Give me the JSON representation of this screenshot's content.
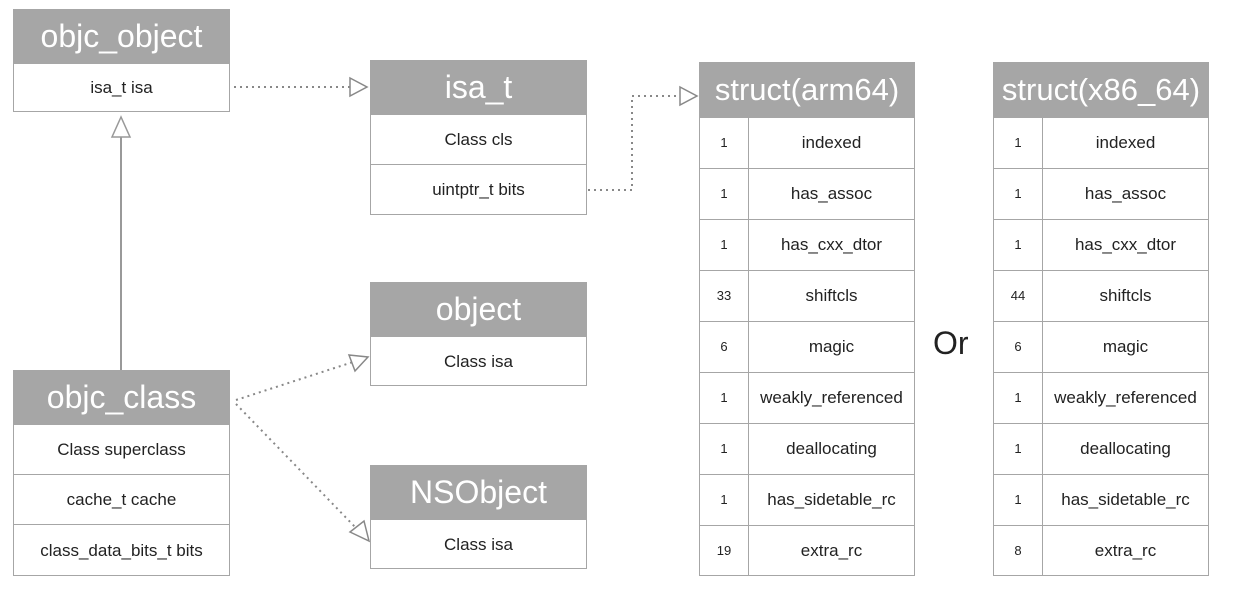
{
  "objc_object": {
    "title": "objc_object",
    "rows": [
      "isa_t isa"
    ]
  },
  "isa_t": {
    "title": "isa_t",
    "rows": [
      "Class cls",
      "uintptr_t bits"
    ]
  },
  "object": {
    "title": "object",
    "rows": [
      "Class isa"
    ]
  },
  "objc_class": {
    "title": "objc_class",
    "rows": [
      "Class superclass",
      "cache_t cache",
      "class_data_bits_t bits"
    ]
  },
  "nsobject": {
    "title": "NSObject",
    "rows": [
      "Class isa"
    ]
  },
  "struct_arm64": {
    "title": "struct(arm64)",
    "fields": [
      {
        "bits": "1",
        "name": "indexed"
      },
      {
        "bits": "1",
        "name": "has_assoc"
      },
      {
        "bits": "1",
        "name": "has_cxx_dtor"
      },
      {
        "bits": "33",
        "name": "shiftcls"
      },
      {
        "bits": "6",
        "name": "magic"
      },
      {
        "bits": "1",
        "name": "weakly_referenced"
      },
      {
        "bits": "1",
        "name": "deallocating"
      },
      {
        "bits": "1",
        "name": "has_sidetable_rc"
      },
      {
        "bits": "19",
        "name": "extra_rc"
      }
    ]
  },
  "or_label": "Or",
  "struct_x86_64": {
    "title": "struct(x86_64)",
    "fields": [
      {
        "bits": "1",
        "name": "indexed"
      },
      {
        "bits": "1",
        "name": "has_assoc"
      },
      {
        "bits": "1",
        "name": "has_cxx_dtor"
      },
      {
        "bits": "44",
        "name": "shiftcls"
      },
      {
        "bits": "6",
        "name": "magic"
      },
      {
        "bits": "1",
        "name": "weakly_referenced"
      },
      {
        "bits": "1",
        "name": "deallocating"
      },
      {
        "bits": "1",
        "name": "has_sidetable_rc"
      },
      {
        "bits": "8",
        "name": "extra_rc"
      }
    ]
  },
  "colors": {
    "header_fill": "#a6a6a6",
    "border": "#a6a6a6",
    "connector": "#888888"
  }
}
